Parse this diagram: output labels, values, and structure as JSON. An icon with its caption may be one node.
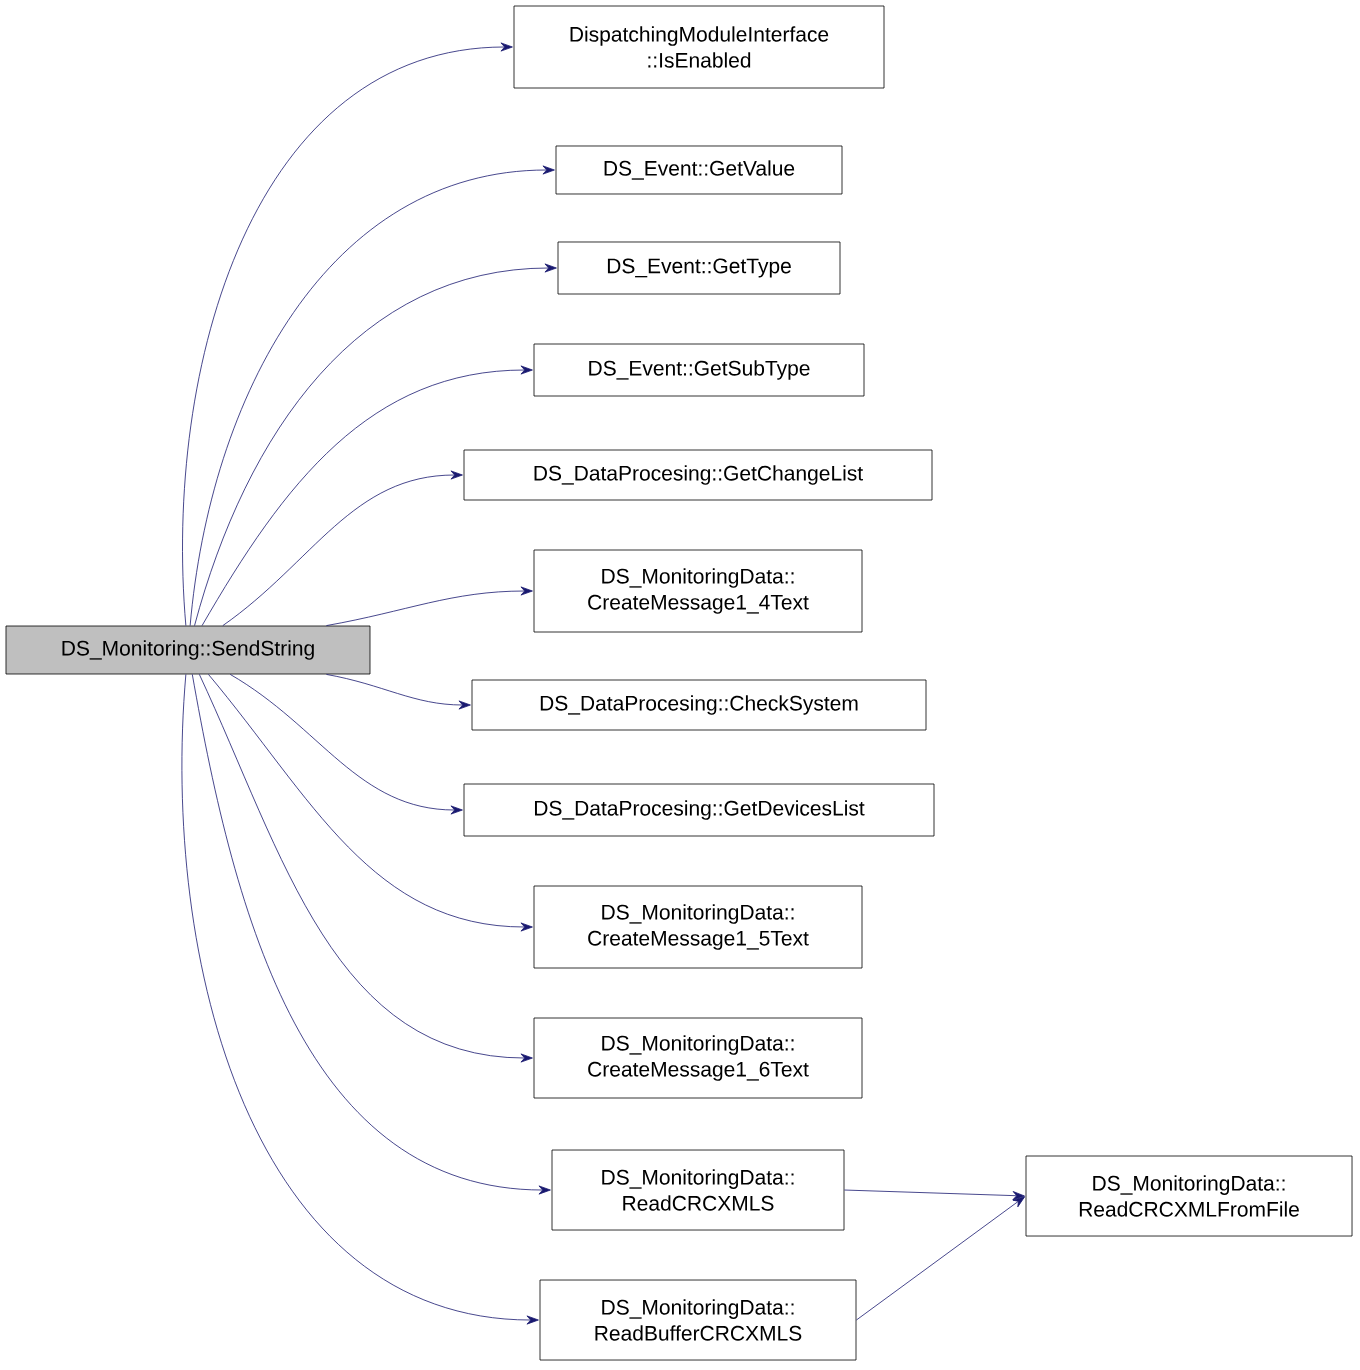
{
  "diagram": {
    "nodes": [
      {
        "text": [
          "DS_Monitoring::SendString"
        ]
      },
      {
        "text": [
          "DispatchingModuleInterface ::IsEnabled"
        ]
      },
      {
        "text": [
          "DS_Event::GetValue"
        ]
      },
      {
        "text": [
          "DS_Event::GetType"
        ]
      },
      {
        "text": [
          "DS_Event::GetSubType"
        ]
      },
      {
        "text": [
          "DS_DataProcesing::GetChangeList"
        ]
      },
      {
        "text": [
          "DS_MonitoringData:: CreateMessage1_4Text"
        ]
      },
      {
        "text": [
          "DS_DataProcesing::CheckSystem"
        ]
      },
      {
        "text": [
          "DS_DataProcesing::GetDevicesList"
        ]
      },
      {
        "text": [
          "DS_MonitoringData:: CreateMessage1_5Text"
        ]
      },
      {
        "text": [
          "DS_MonitoringData:: CreateMessage1_6Text"
        ]
      },
      {
        "text": [
          "DS_MonitoringData:: ReadCRCXMLS"
        ]
      },
      {
        "text": [
          "DS_MonitoringData:: ReadBufferCRCXMLS"
        ]
      },
      {
        "text": [
          "DS_MonitoringData:: ReadCRCXMLFromFile"
        ]
      }
    ],
    "edges": [
      {
        "from": 0,
        "to": 1,
        "arrow": "to"
      },
      {
        "from": 0,
        "to": 2,
        "arrow": "to"
      },
      {
        "from": 0,
        "to": 3,
        "arrow": "to"
      },
      {
        "from": 0,
        "to": 4,
        "arrow": "to"
      },
      {
        "from": 0,
        "to": 5,
        "arrow": "to"
      },
      {
        "from": 0,
        "to": 6,
        "arrow": "to"
      },
      {
        "from": 0,
        "to": 7,
        "arrow": "to"
      },
      {
        "from": 0,
        "to": 8,
        "arrow": "to"
      },
      {
        "from": 0,
        "to": 9,
        "arrow": "to"
      },
      {
        "from": 0,
        "to": 10,
        "arrow": "to"
      },
      {
        "from": 0,
        "to": 11,
        "arrow": "to"
      },
      {
        "from": 0,
        "to": 12,
        "arrow": "to"
      },
      {
        "from": 11,
        "to": 13,
        "arrow": "to"
      },
      {
        "from": 12,
        "to": 13,
        "arrow": "to"
      }
    ]
  }
}
